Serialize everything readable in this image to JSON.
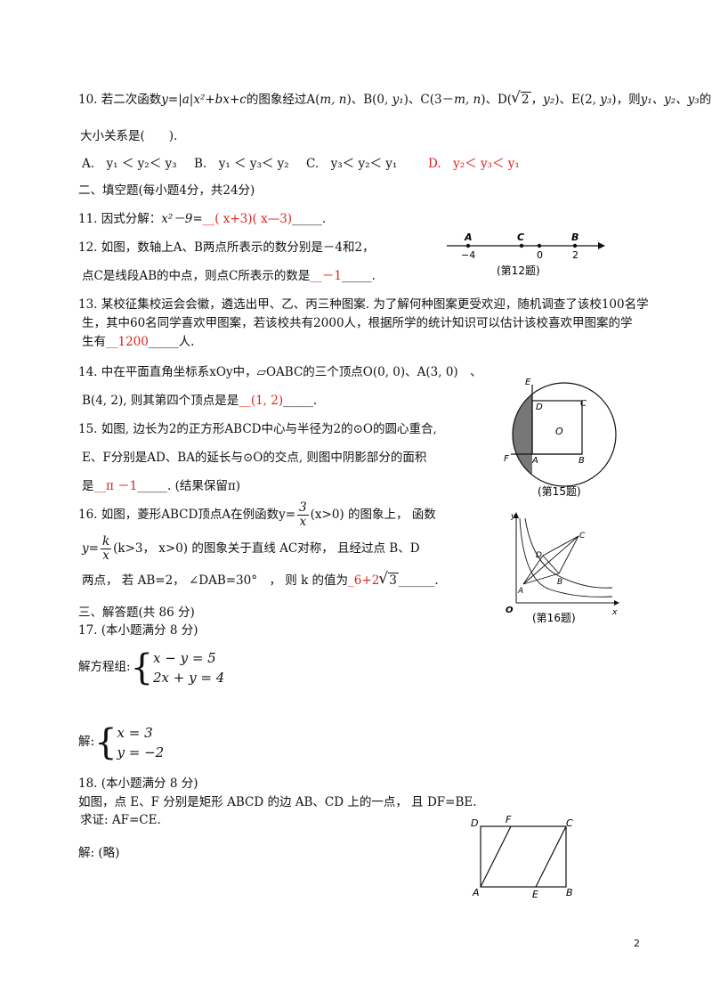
{
  "q10": {
    "line1_a": "10. 若二次函数",
    "func": "y=|a|x²+bx+c",
    "line1_b": "的图象经过A(",
    "pt_a": "m, n",
    "line1_c": ")、B(0, ",
    "y1": "y₁",
    "line1_d": ")、C(3－",
    "pt_c": "m, n",
    "line1_e": ")、D(",
    "sqrt_val": "2",
    "line1_f": "，",
    "y2": "y₂",
    "line1_g": ")、E(2, ",
    "y3": "y₃",
    "line1_h": ")，则",
    "cmp": "y₁、y₂、y₃",
    "line1_i": "的",
    "line2": "大小关系是(　　).",
    "opt_a": "A.　y₁ ＜ y₂＜ y₃",
    "opt_b": "B.　y₁ ＜ y₃＜ y₂",
    "opt_c": "C.　y₃＜ y₂＜ y₁",
    "opt_d": "D.　y₂＜ y₃＜ y₁"
  },
  "section2": "二、填空题(每小题4分，共24分)",
  "q11": {
    "prefix": "11. 因式分解：",
    "expr": "x²－9=",
    "answer": "__( x+3)( x—3)",
    "blank": "_____."
  },
  "q12": {
    "line1": "12. 如图，数轴上A、B两点所表示的数分别是－4和2，",
    "line2_a": "点C是线段AB的中点，则点C所表示的数是",
    "answer": "__－1",
    "blank": "_____.",
    "fig": {
      "label_a": "A",
      "label_c": "C",
      "label_b": "B",
      "tick_a": "−4",
      "tick_0": "0",
      "tick_b": "2",
      "caption": "(第12题)"
    }
  },
  "q13": {
    "line1": "13. 某校征集校运会会徽，遴选出甲、乙、丙三种图案. 为了解何种图案更受欢迎，随机调查了该校100名学",
    "line2": "生，其中60名同学喜欢甲图案，若该校共有2000人，根据所学的统计知识可以估计该校喜欢甲图案的学",
    "line3_a": "生有",
    "answer": "__1200",
    "line3_b": "_____人."
  },
  "q14": {
    "line1": "14. 中在平面直角坐标系xOy中，▱OABC的三个顶点O(0, 0)、A(3, 0)　、",
    "line2_a": "B(4, 2), 则其第四个顶点是是",
    "answer": "__(1, 2)",
    "blank": "_____."
  },
  "q15": {
    "line1": "15. 如图, 边长为2的正方形ABCD中心与半径为2的⊙O的圆心重合,",
    "line2": "E、F分别是AD、BA的延长与⊙O的交点, 则图中阴影部分的面积",
    "line3_a": "是",
    "answer": "__π －1",
    "line3_b": "_____. (结果保留π)",
    "fig": {
      "E": "E",
      "D": "D",
      "C": "C",
      "O": "O",
      "F": "F",
      "A": "A",
      "B": "B",
      "caption": "(第15题)"
    }
  },
  "q16": {
    "line1_a": "16. 如图，菱形ABCD顶点A在例函数y=",
    "f1_num": "3",
    "f1_den": "x",
    "line1_b": "(x>0) 的图象上， 函数",
    "line2_pre": "y=",
    "f2_num": "k",
    "f2_den": "x",
    "line2_b": "(k>3， x>0) 的图象关于直线 AC对称， 且经过点 B、D",
    "line3_a": "两点， 若 AB=2， ∠DAB=30°　， 则 k 的值为",
    "answer": "_6+2",
    "sqrt_val": "3",
    "blank": "______.",
    "fig": {
      "y": "y",
      "x": "x",
      "O": "O",
      "A": "A",
      "B": "B",
      "C": "C",
      "D": "D",
      "caption": "(第16题)"
    }
  },
  "section3": "三、解答题(共 86 分)",
  "q17": {
    "title": "17. (本小题满分 8 分)",
    "prompt": "解方程组:",
    "eq1": "x − y = 5",
    "eq2": "2x + y = 4",
    "sol_label": "解:",
    "sol1": "x = 3",
    "sol2": "y = −2"
  },
  "q18": {
    "title": "18. (本小题满分 8 分)",
    "line1": "如图，点 E、F 分别是矩形 ABCD 的边 AB、CD 上的一点， 且 DF=BE.",
    "line2": "求证: AF=CE.",
    "sol": "解: (略)",
    "fig": {
      "D": "D",
      "F": "F",
      "C": "C",
      "A": "A",
      "E": "E",
      "B": "B"
    }
  },
  "page_number": "2"
}
